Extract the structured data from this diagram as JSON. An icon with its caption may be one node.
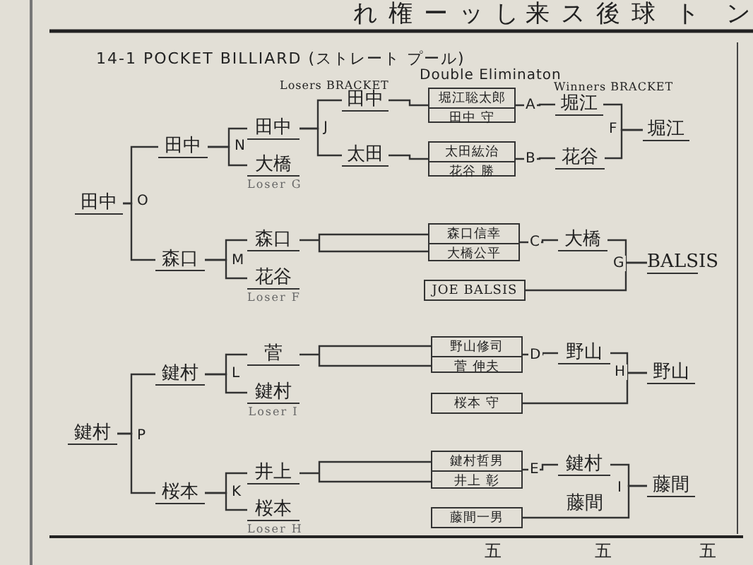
{
  "diagram": {
    "title": "14-1 POCKET BILLIARD (ストレート プール)",
    "nodes": [
      {
        "text": [
          "堀江聡太郎",
          "田中 守"
        ]
      },
      {
        "text": [
          "太田紘治",
          "花谷 勝"
        ]
      },
      {
        "text": [
          "森口信幸",
          "大橋公平"
        ]
      },
      {
        "text": [
          "JOE BALSIS"
        ]
      },
      {
        "text": [
          "野山修司",
          "菅 伸夫"
        ]
      },
      {
        "text": [
          "桜本 守"
        ]
      },
      {
        "text": [
          "鍵村哲男",
          "井上 彰"
        ]
      },
      {
        "text": [
          "藤間一男"
        ]
      },
      {
        "text": [
          "堀江"
        ]
      },
      {
        "text": [
          "花谷"
        ]
      },
      {
        "text": [
          "堀江"
        ]
      },
      {
        "text": [
          "大橋"
        ]
      },
      {
        "text": [
          "BALSIS"
        ]
      },
      {
        "text": [
          "野山"
        ]
      },
      {
        "text": [
          "野山"
        ]
      },
      {
        "text": [
          "鍵村"
        ]
      },
      {
        "text": [
          "藤間"
        ]
      },
      {
        "text": [
          "田中"
        ]
      },
      {
        "text": [
          "太田"
        ]
      },
      {
        "text": [
          "田中"
        ]
      },
      {
        "text": [
          "大橋"
        ],
        "beside": [
          "Loser G"
        ]
      },
      {
        "text": [
          "田中"
        ]
      },
      {
        "text": [
          "森口"
        ]
      },
      {
        "text": [
          "花谷"
        ],
        "beside": [
          "Loser F"
        ]
      },
      {
        "text": [
          "森口"
        ]
      },
      {
        "text": [
          "田中"
        ]
      },
      {
        "text": [
          "菅"
        ]
      },
      {
        "text": [
          "鍵村"
        ],
        "beside": [
          "Loser I"
        ]
      },
      {
        "text": [
          "鍵村"
        ]
      },
      {
        "text": [
          "井上"
        ]
      },
      {
        "text": [
          "桜本"
        ],
        "beside": [
          "Loser H"
        ]
      },
      {
        "text": [
          "桜本"
        ]
      },
      {
        "text": [
          "鍵村"
        ]
      }
    ],
    "edges": [
      {
        "from": 0,
        "to": 8,
        "arrow": "none",
        "label": "A"
      },
      {
        "from": 1,
        "to": 9,
        "arrow": "none",
        "label": "B"
      },
      {
        "from": 8,
        "to": 10,
        "arrow": "none",
        "label": "F"
      },
      {
        "from": 9,
        "to": 10,
        "arrow": "none"
      },
      {
        "from": 2,
        "to": 11,
        "arrow": "none",
        "label": "C"
      },
      {
        "from": 11,
        "to": 12,
        "arrow": "none",
        "label": "G"
      },
      {
        "from": 3,
        "to": 12,
        "arrow": "none"
      },
      {
        "from": 4,
        "to": 13,
        "arrow": "none",
        "label": "D"
      },
      {
        "from": 13,
        "to": 14,
        "arrow": "none",
        "label": "H"
      },
      {
        "from": 5,
        "to": 14,
        "arrow": "none"
      },
      {
        "from": 6,
        "to": 15,
        "arrow": "none",
        "label": "E"
      },
      {
        "from": 15,
        "to": 16,
        "arrow": "none",
        "label": "I"
      },
      {
        "from": 7,
        "to": 16,
        "arrow": "none",
        "label": "藤間"
      },
      {
        "from": 0,
        "to": 17,
        "arrow": "none"
      },
      {
        "from": 1,
        "to": 18,
        "arrow": "none"
      },
      {
        "from": 17,
        "to": 19,
        "arrow": "none",
        "label": "J"
      },
      {
        "from": 18,
        "to": 19,
        "arrow": "none"
      },
      {
        "from": 19,
        "to": 21,
        "arrow": "none",
        "label": "N"
      },
      {
        "from": 20,
        "to": 21,
        "arrow": "none"
      },
      {
        "from": 2,
        "to": 22,
        "arrow": "none"
      },
      {
        "from": 22,
        "to": 24,
        "arrow": "none",
        "label": "M"
      },
      {
        "from": 23,
        "to": 24,
        "arrow": "none"
      },
      {
        "from": 21,
        "to": 25,
        "arrow": "none",
        "label": "O"
      },
      {
        "from": 24,
        "to": 25,
        "arrow": "none"
      },
      {
        "from": 4,
        "to": 26,
        "arrow": "none"
      },
      {
        "from": 26,
        "to": 28,
        "arrow": "none",
        "label": "L"
      },
      {
        "from": 27,
        "to": 28,
        "arrow": "none"
      },
      {
        "from": 6,
        "to": 29,
        "arrow": "none"
      },
      {
        "from": 29,
        "to": 31,
        "arrow": "none",
        "label": "K"
      },
      {
        "from": 30,
        "to": 31,
        "arrow": "none"
      },
      {
        "from": 28,
        "to": 32,
        "arrow": "none",
        "label": "P"
      },
      {
        "from": 31,
        "to": 32,
        "arrow": "none"
      }
    ],
    "labels": [
      "れ権ーッし",
      "来ス後球",
      "ト",
      "ン",
      "Double Eliminaton",
      "Losers BRACKET",
      "Winners BRACKET",
      "五",
      "五",
      "五"
    ]
  }
}
